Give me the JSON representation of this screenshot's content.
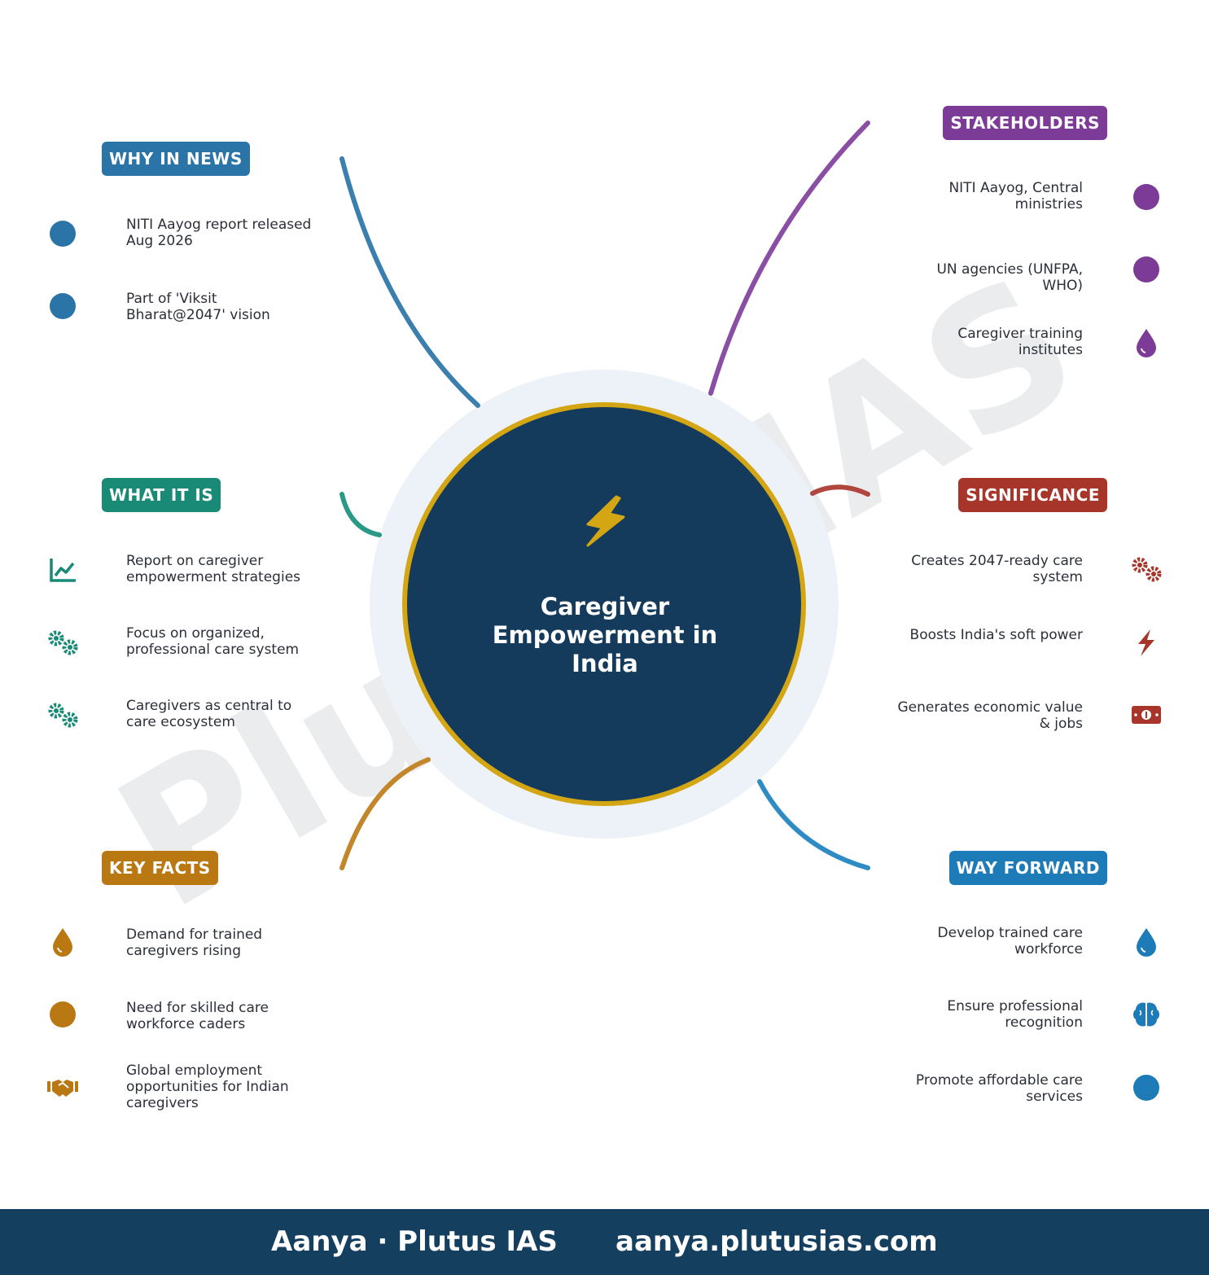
{
  "center": {
    "title": "Caregiver Empowerment in India",
    "icon": "bolt-icon"
  },
  "watermark": "Plutus IAS",
  "colors": {
    "why": "#2a74a8",
    "what": "#198a76",
    "key": "#b97812",
    "stakeholders": "#7d3b98",
    "significance": "#a8352a",
    "way": "#1d7bb8",
    "center_fill": "#143b5c",
    "center_ring": "#d4a614",
    "halo": "#edf2f9"
  },
  "sections": {
    "why_in_news": {
      "title": "WHY IN NEWS",
      "items": [
        {
          "text": "NITI Aayog report released Aug 2026",
          "icon": "circle-icon"
        },
        {
          "text": "Part of 'Viksit Bharat@2047' vision",
          "icon": "circle-icon"
        }
      ]
    },
    "what_it_is": {
      "title": "WHAT IT IS",
      "items": [
        {
          "text": "Report on caregiver empowerment strategies",
          "icon": "line-chart-icon"
        },
        {
          "text": "Focus on organized, professional care system",
          "icon": "gears-icon"
        },
        {
          "text": "Caregivers as central to care ecosystem",
          "icon": "gears-icon"
        }
      ]
    },
    "key_facts": {
      "title": "KEY FACTS",
      "items": [
        {
          "text": "Demand for trained caregivers rising",
          "icon": "droplet-icon"
        },
        {
          "text": "Need for skilled care workforce caders",
          "icon": "circle-icon"
        },
        {
          "text": "Global employment opportunities for Indian caregivers",
          "icon": "handshake-icon"
        }
      ]
    },
    "stakeholders": {
      "title": "STAKEHOLDERS",
      "items": [
        {
          "text": "NITI Aayog, Central ministries",
          "icon": "circle-icon"
        },
        {
          "text": "UN agencies (UNFPA, WHO)",
          "icon": "circle-icon"
        },
        {
          "text": "Caregiver training institutes",
          "icon": "droplet-icon"
        }
      ]
    },
    "significance": {
      "title": "SIGNIFICANCE",
      "items": [
        {
          "text": "Creates 2047-ready care system",
          "icon": "gears-icon"
        },
        {
          "text": "Boosts India's soft power",
          "icon": "bolt-icon"
        },
        {
          "text": "Generates economic value & jobs",
          "icon": "money-bill-icon"
        }
      ]
    },
    "way_forward": {
      "title": "WAY FORWARD",
      "items": [
        {
          "text": "Develop trained care workforce",
          "icon": "droplet-icon"
        },
        {
          "text": "Ensure professional recognition",
          "icon": "brain-icon"
        },
        {
          "text": "Promote affordable care services",
          "icon": "circle-icon"
        }
      ]
    }
  },
  "footer": {
    "brand": "Aanya · Plutus IAS",
    "site": "aanya.plutusias.com"
  }
}
